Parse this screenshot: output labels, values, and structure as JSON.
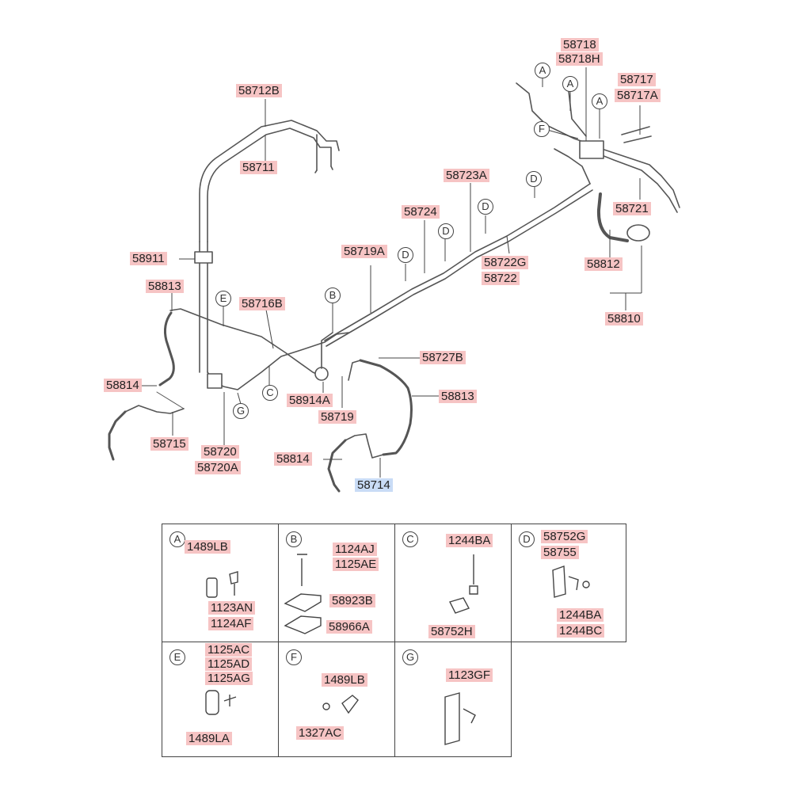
{
  "main_labels": {
    "p58712B": "58712B",
    "p58711": "58711",
    "p58911": "58911",
    "p58813a": "58813",
    "p58716B": "58716B",
    "p58814a": "58814",
    "p58715": "58715",
    "p58720": "58720",
    "p58720A": "58720A",
    "p58914A": "58914A",
    "p58719": "58719",
    "p58719A": "58719A",
    "p58727B": "58727B",
    "p58813b": "58813",
    "p58814b": "58814",
    "p58714": "58714",
    "p58724": "58724",
    "p58723A": "58723A",
    "p58722G": "58722G",
    "p58722": "58722",
    "p58718": "58718",
    "p58718H": "58718H",
    "p58717": "58717",
    "p58717A": "58717A",
    "p58721": "58721",
    "p58812": "58812",
    "p58810": "58810"
  },
  "callouts": {
    "A1": "A",
    "A2": "A",
    "A3": "A",
    "F": "F",
    "D1": "D",
    "D2": "D",
    "D3": "D",
    "D4": "D",
    "B": "B",
    "C": "C",
    "E": "E",
    "G": "G"
  },
  "details": {
    "A": {
      "letter": "A",
      "parts": [
        "1489LB",
        "1123AN",
        "1124AF"
      ]
    },
    "B": {
      "letter": "B",
      "parts": [
        "1124AJ",
        "1125AE",
        "58923B",
        "58966A"
      ]
    },
    "C": {
      "letter": "C",
      "parts": [
        "1244BA",
        "58752H"
      ]
    },
    "D": {
      "letter": "D",
      "parts": [
        "58752G",
        "58755",
        "1244BA",
        "1244BC"
      ]
    },
    "E": {
      "letter": "E",
      "parts": [
        "1125AC",
        "1125AD",
        "1125AG",
        "1489LA"
      ]
    },
    "F": {
      "letter": "F",
      "parts": [
        "1489LB",
        "1327AC"
      ]
    },
    "G": {
      "letter": "G",
      "parts": [
        "1123GF"
      ]
    }
  },
  "colors": {
    "label_bg": "#f6c4c4",
    "selected_bg": "#c9dcf6",
    "line": "#555555"
  }
}
